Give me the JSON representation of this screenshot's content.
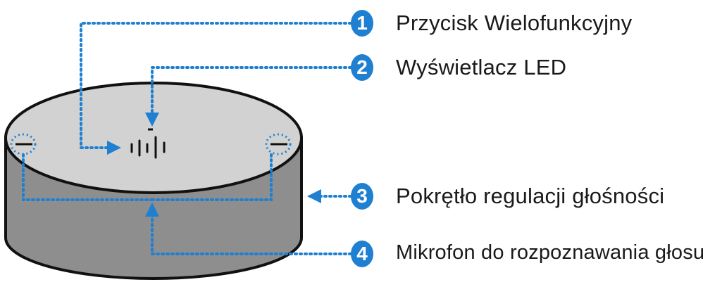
{
  "colors": {
    "accent": "#1f7fd1",
    "device_top": "#d2d2d2",
    "device_side": "#8e8e8e",
    "outline": "#111111"
  },
  "callouts": [
    {
      "number": "1",
      "label": "Przycisk Wielofunkcyjny"
    },
    {
      "number": "2",
      "label": "Wyświetlacz LED"
    },
    {
      "number": "3",
      "label": "Pokrętło regulacji głośności"
    },
    {
      "number": "4",
      "label": "Mikrofon do rozpoznawania głosu"
    }
  ]
}
